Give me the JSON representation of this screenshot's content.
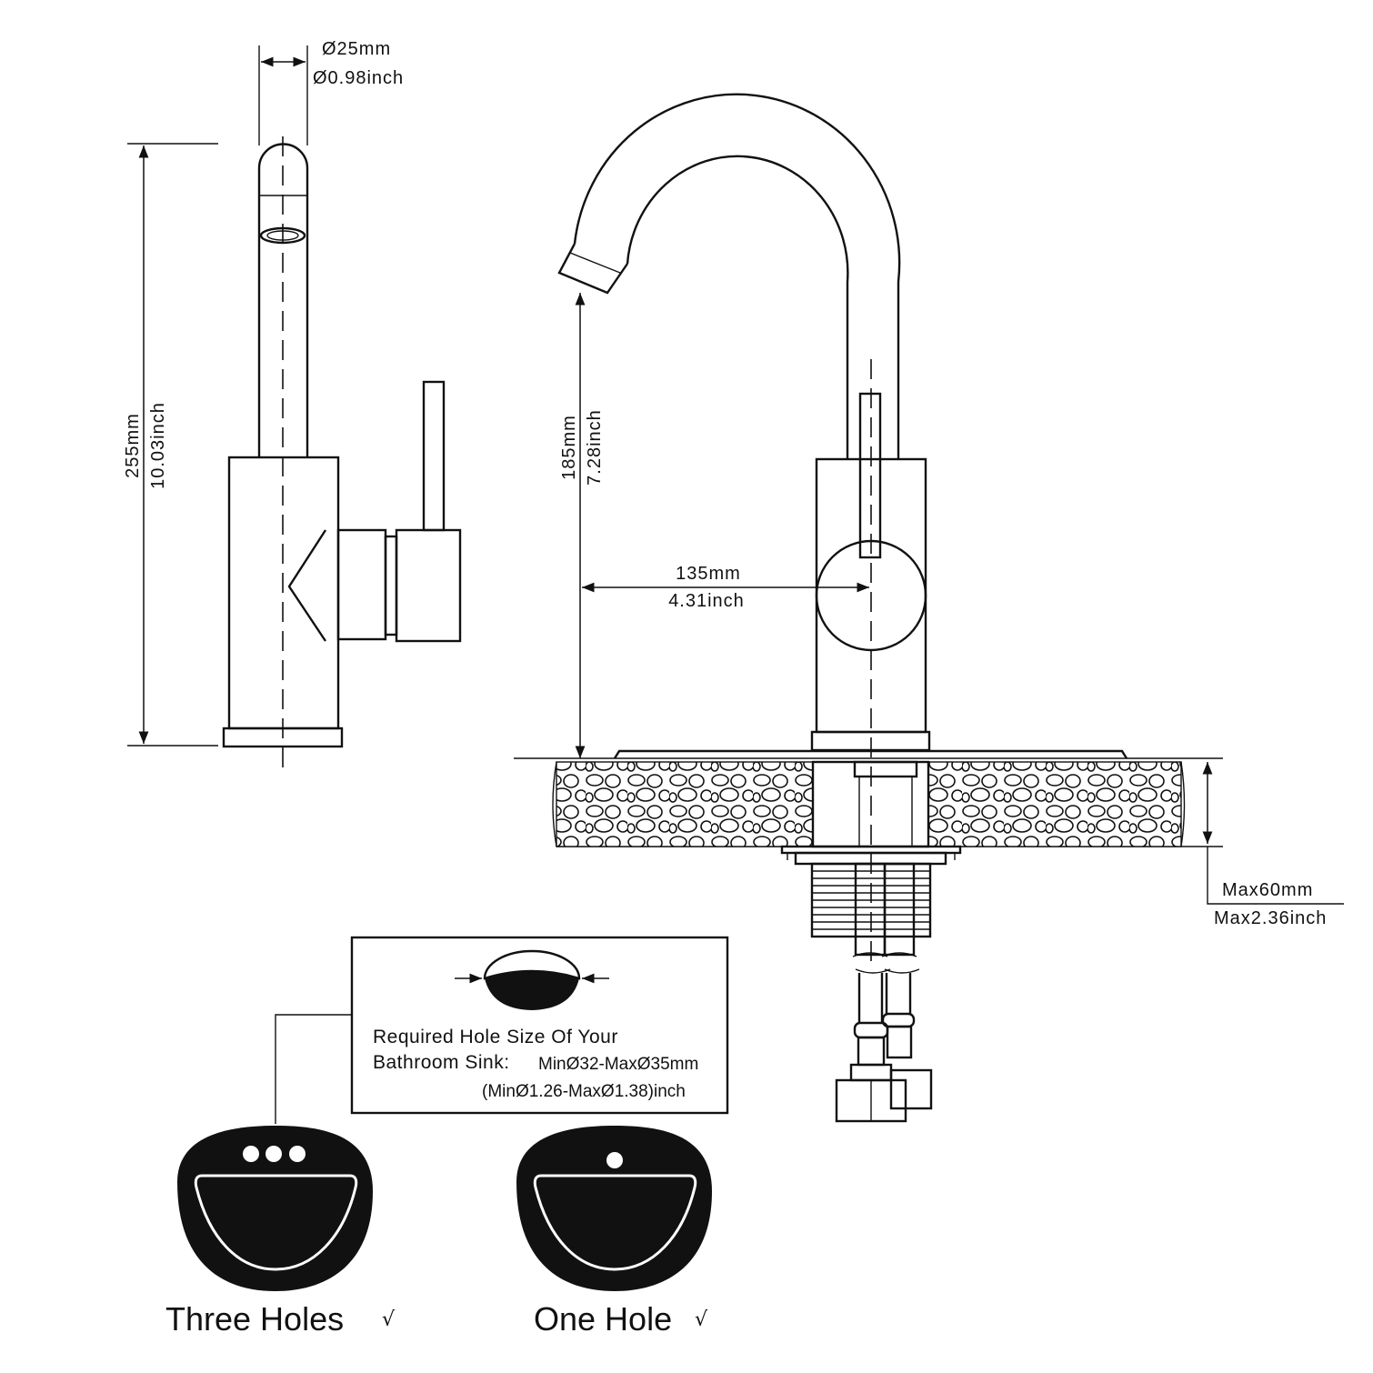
{
  "side_view": {
    "diameter_mm": "Ø25mm",
    "diameter_inch": "Ø0.98inch",
    "height_mm": "255mm",
    "height_inch": "10.03inch"
  },
  "front_view": {
    "spout_height_mm": "185mm",
    "spout_height_inch": "7.28inch",
    "reach_mm": "135mm",
    "reach_inch": "4.31inch",
    "deck_max_mm": "Max60mm",
    "deck_max_inch": "Max2.36inch"
  },
  "hole_note": {
    "line1": "Required Hole Size Of Your",
    "line2_bold": "Bathroom Sink:",
    "line2_value": "MinØ32-MaxØ35mm",
    "line3": "(MinØ1.26-MaxØ1.38)inch"
  },
  "sinks": {
    "three_holes_label": "Three Holes",
    "one_hole_label": "One Hole",
    "check_mark": "√"
  },
  "colors": {
    "line": "#111111",
    "background": "#ffffff"
  }
}
